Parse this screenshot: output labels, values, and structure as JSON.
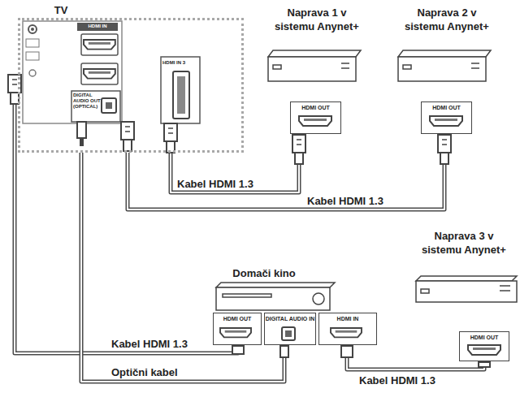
{
  "diagram": {
    "nodes": [
      {
        "text": [
          "TV"
        ]
      },
      {
        "text": [
          "Naprava 1 v sistemu Anynet+",
          "HDMI OUT"
        ]
      },
      {
        "text": [
          "Naprava 2 v sistemu Anynet+",
          "HDMI OUT"
        ]
      },
      {
        "text": [
          "Domači kino",
          "HDMI OUT",
          "DIGITAL AUDIO IN",
          "HDMI IN"
        ]
      },
      {
        "text": [
          "Naprava 3 v sistemu Anynet+",
          "HDMI OUT"
        ]
      }
    ],
    "edges": [
      {
        "from": 0,
        "to": 1,
        "arrow": "none",
        "label": "Kabel HDMI 1.3"
      },
      {
        "from": 0,
        "to": 2,
        "arrow": "none",
        "label": "Kabel HDMI 1.3"
      },
      {
        "from": 0,
        "to": 3,
        "arrow": "none",
        "label": "Kabel HDMI 1.3"
      },
      {
        "from": 0,
        "to": 3,
        "arrow": "none",
        "label": "Optični kabel"
      },
      {
        "from": 3,
        "to": 4,
        "arrow": "none",
        "label": "Kabel HDMI 1.3"
      }
    ],
    "labels": [
      "HDMI IN",
      "HDMI IN 3",
      "DIGITAL AUDIO OUT (OPTICAL)"
    ]
  }
}
